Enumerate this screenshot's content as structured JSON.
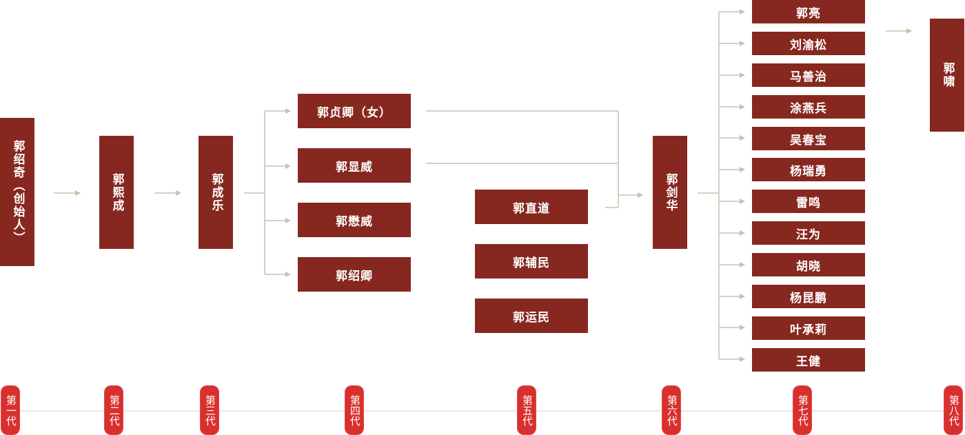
{
  "generations": {
    "g1": {
      "members": [
        "郭绍奇（创始人）"
      ]
    },
    "g2": {
      "members": [
        "郭熙成"
      ]
    },
    "g3": {
      "members": [
        "郭成乐"
      ]
    },
    "g4": {
      "members": [
        "郭贞卿（女）",
        "郭显威",
        "郭懋威",
        "郭绍卿"
      ]
    },
    "g5": {
      "members": [
        "郭直道",
        "郭辅民",
        "郭运民"
      ]
    },
    "g6": {
      "members": [
        "郭剑华"
      ]
    },
    "g7": {
      "members": [
        "郭亮",
        "刘渝松",
        "马善治",
        "涂燕兵",
        "吴春宝",
        "杨瑞勇",
        "雷鸣",
        "汪为",
        "胡晓",
        "杨昆鹏",
        "叶承莉",
        "王健"
      ]
    },
    "g8": {
      "members": [
        "郭啸"
      ]
    }
  },
  "seals": [
    "第一代",
    "第二代",
    "第三代",
    "第四代",
    "第五代",
    "第六代",
    "第七代",
    "第八代"
  ],
  "colors": {
    "box": "#86281f",
    "seal": "#d8302e",
    "line": "#cbbfaf",
    "timeline": "#e9c7c3"
  }
}
